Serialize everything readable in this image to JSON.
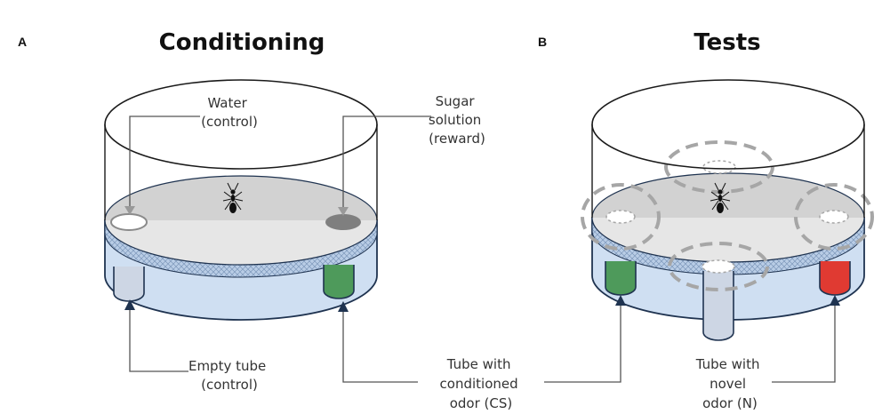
{
  "panels": [
    {
      "letter": "A",
      "title": "Conditioning",
      "labels": {
        "water": [
          "Water",
          "(control)"
        ],
        "sugar": [
          "Sugar",
          "solution",
          "(reward)"
        ],
        "empty": [
          "Empty tube",
          "(control)"
        ],
        "cs": [
          "Tube with",
          "conditioned",
          "odor (CS)"
        ]
      }
    },
    {
      "letter": "B",
      "title": "Tests",
      "labels": {
        "novel": [
          "Tube with",
          "novel",
          "odor (N)"
        ]
      }
    }
  ],
  "colors": {
    "base": "#cfdff2",
    "floor": "#e6e6e6",
    "back_floor": "#d2d2d2",
    "mesh": "#b9cde6",
    "cs_tube": "#4e9a5b",
    "novel_tube": "#e03a32",
    "empty_tube": "#cdd6e4",
    "sugar_drop": "#7f7f7f",
    "outline": "#1f3350",
    "dashed": "#a6a6a6"
  }
}
